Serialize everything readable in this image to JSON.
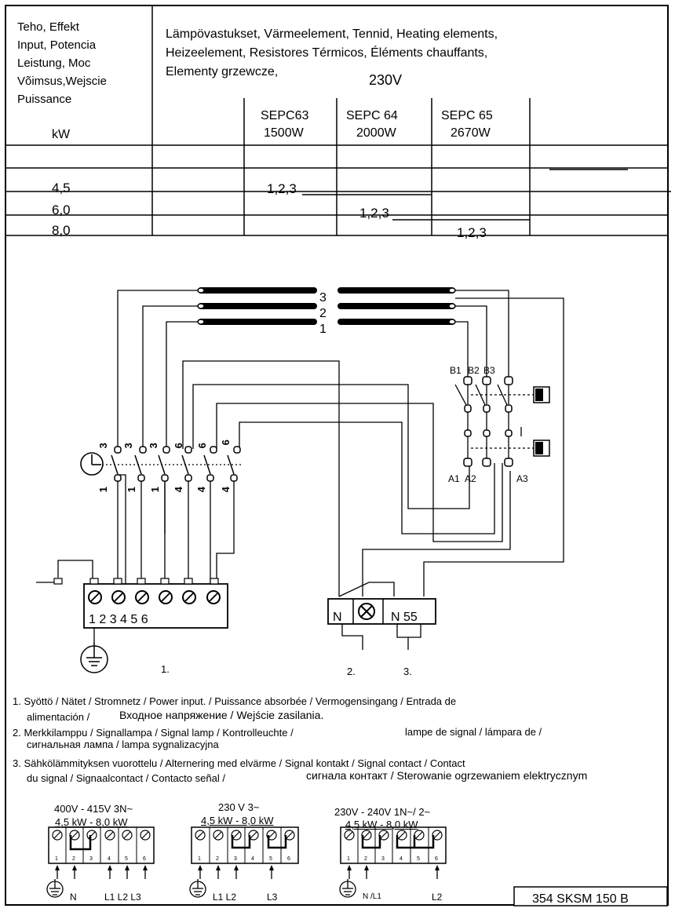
{
  "table": {
    "power_header": [
      "Teho, Effekt",
      "Input, Potencia",
      "Leistung, Moc",
      "Võimsus,Wejscie",
      "Puissance"
    ],
    "power_unit": "kW",
    "elements_title": [
      "Lämpövastukset, Värmeelement, Tennid, Heating elements,",
      "Heizeelement, Resistores Térmicos, Éléments chauffants,",
      "Elementy grzewcze,"
    ],
    "voltage": "230V",
    "columns": [
      {
        "model": "SEPC63",
        "watts": "1500W"
      },
      {
        "model": "SEPC 64",
        "watts": "2000W"
      },
      {
        "model": "SEPC 65",
        "watts": "2670W"
      }
    ],
    "rows": [
      {
        "kw": "4,5",
        "value": "1,2,3"
      },
      {
        "kw": "6,0",
        "value": "1,2,3"
      },
      {
        "kw": "8,0",
        "value": "1,2,3"
      }
    ]
  },
  "diagram": {
    "element_numbers": [
      "3",
      "2",
      "1"
    ],
    "contact_labels_top": [
      "B1",
      "B2",
      "B3"
    ],
    "contact_labels_bottom": [
      "A1",
      "A2",
      "A3"
    ],
    "switch_top": [
      "3",
      "3",
      "3",
      "6",
      "6",
      "6"
    ],
    "switch_bottom": [
      "1",
      "1",
      "1",
      "4",
      "4",
      "4"
    ],
    "terminal_numbers": "1 2 3 4 5 6",
    "lamp_n": "N",
    "lamp_n55": "N 55",
    "label_1": "1.",
    "label_2": "2.",
    "label_3": "3."
  },
  "legend": {
    "l1a": "1. Syöttö / Nätet / Stromnetz / Power input. / Puissance absorbée / Vermogensingang / Entrada de",
    "l1b": "alimentación /",
    "l1c": "Входное напряжение / Wejście zasilania.",
    "l2a": "2. Merkkilamppu / Signallampa / Signal lamp / Kontrolleuchte /",
    "l2b": "lampe de signal / lámpara de /",
    "l2c": "сигнальная лампа / lampa sygnalizacyjna",
    "l3a": "3. Sähkölämmityksen vuorottelu / Alternering med elvärme / Signal kontakt / Signal contact / Contact",
    "l3b": "du signal / Signaalcontact / Contacto señal /",
    "l3c": "сигнала контакт / Sterowanie ogrzewaniem elektrycznym"
  },
  "connections": [
    {
      "voltage": "400V - 415V 3N~",
      "power": "4,5 kW - 8,0 kW",
      "nums": [
        "1",
        "2",
        "3",
        "4",
        "5",
        "6"
      ],
      "labels": [
        "N",
        "L1 L2 L3"
      ]
    },
    {
      "voltage": "230 V 3~",
      "power": "4,5 kW - 8,0 kW",
      "nums": [
        "1",
        "2",
        "3",
        "4",
        "5",
        "6"
      ],
      "labels": [
        "L1 L2",
        "L3"
      ]
    },
    {
      "voltage": "230V - 240V 1N~/ 2~",
      "power": "4,5 kW - 8,0 kW",
      "nums": [
        "1",
        "2",
        "3",
        "4",
        "5",
        "6"
      ],
      "labels": [
        "N /L1",
        "L2"
      ]
    }
  ],
  "doc_code": "354 SKSM 150 B"
}
